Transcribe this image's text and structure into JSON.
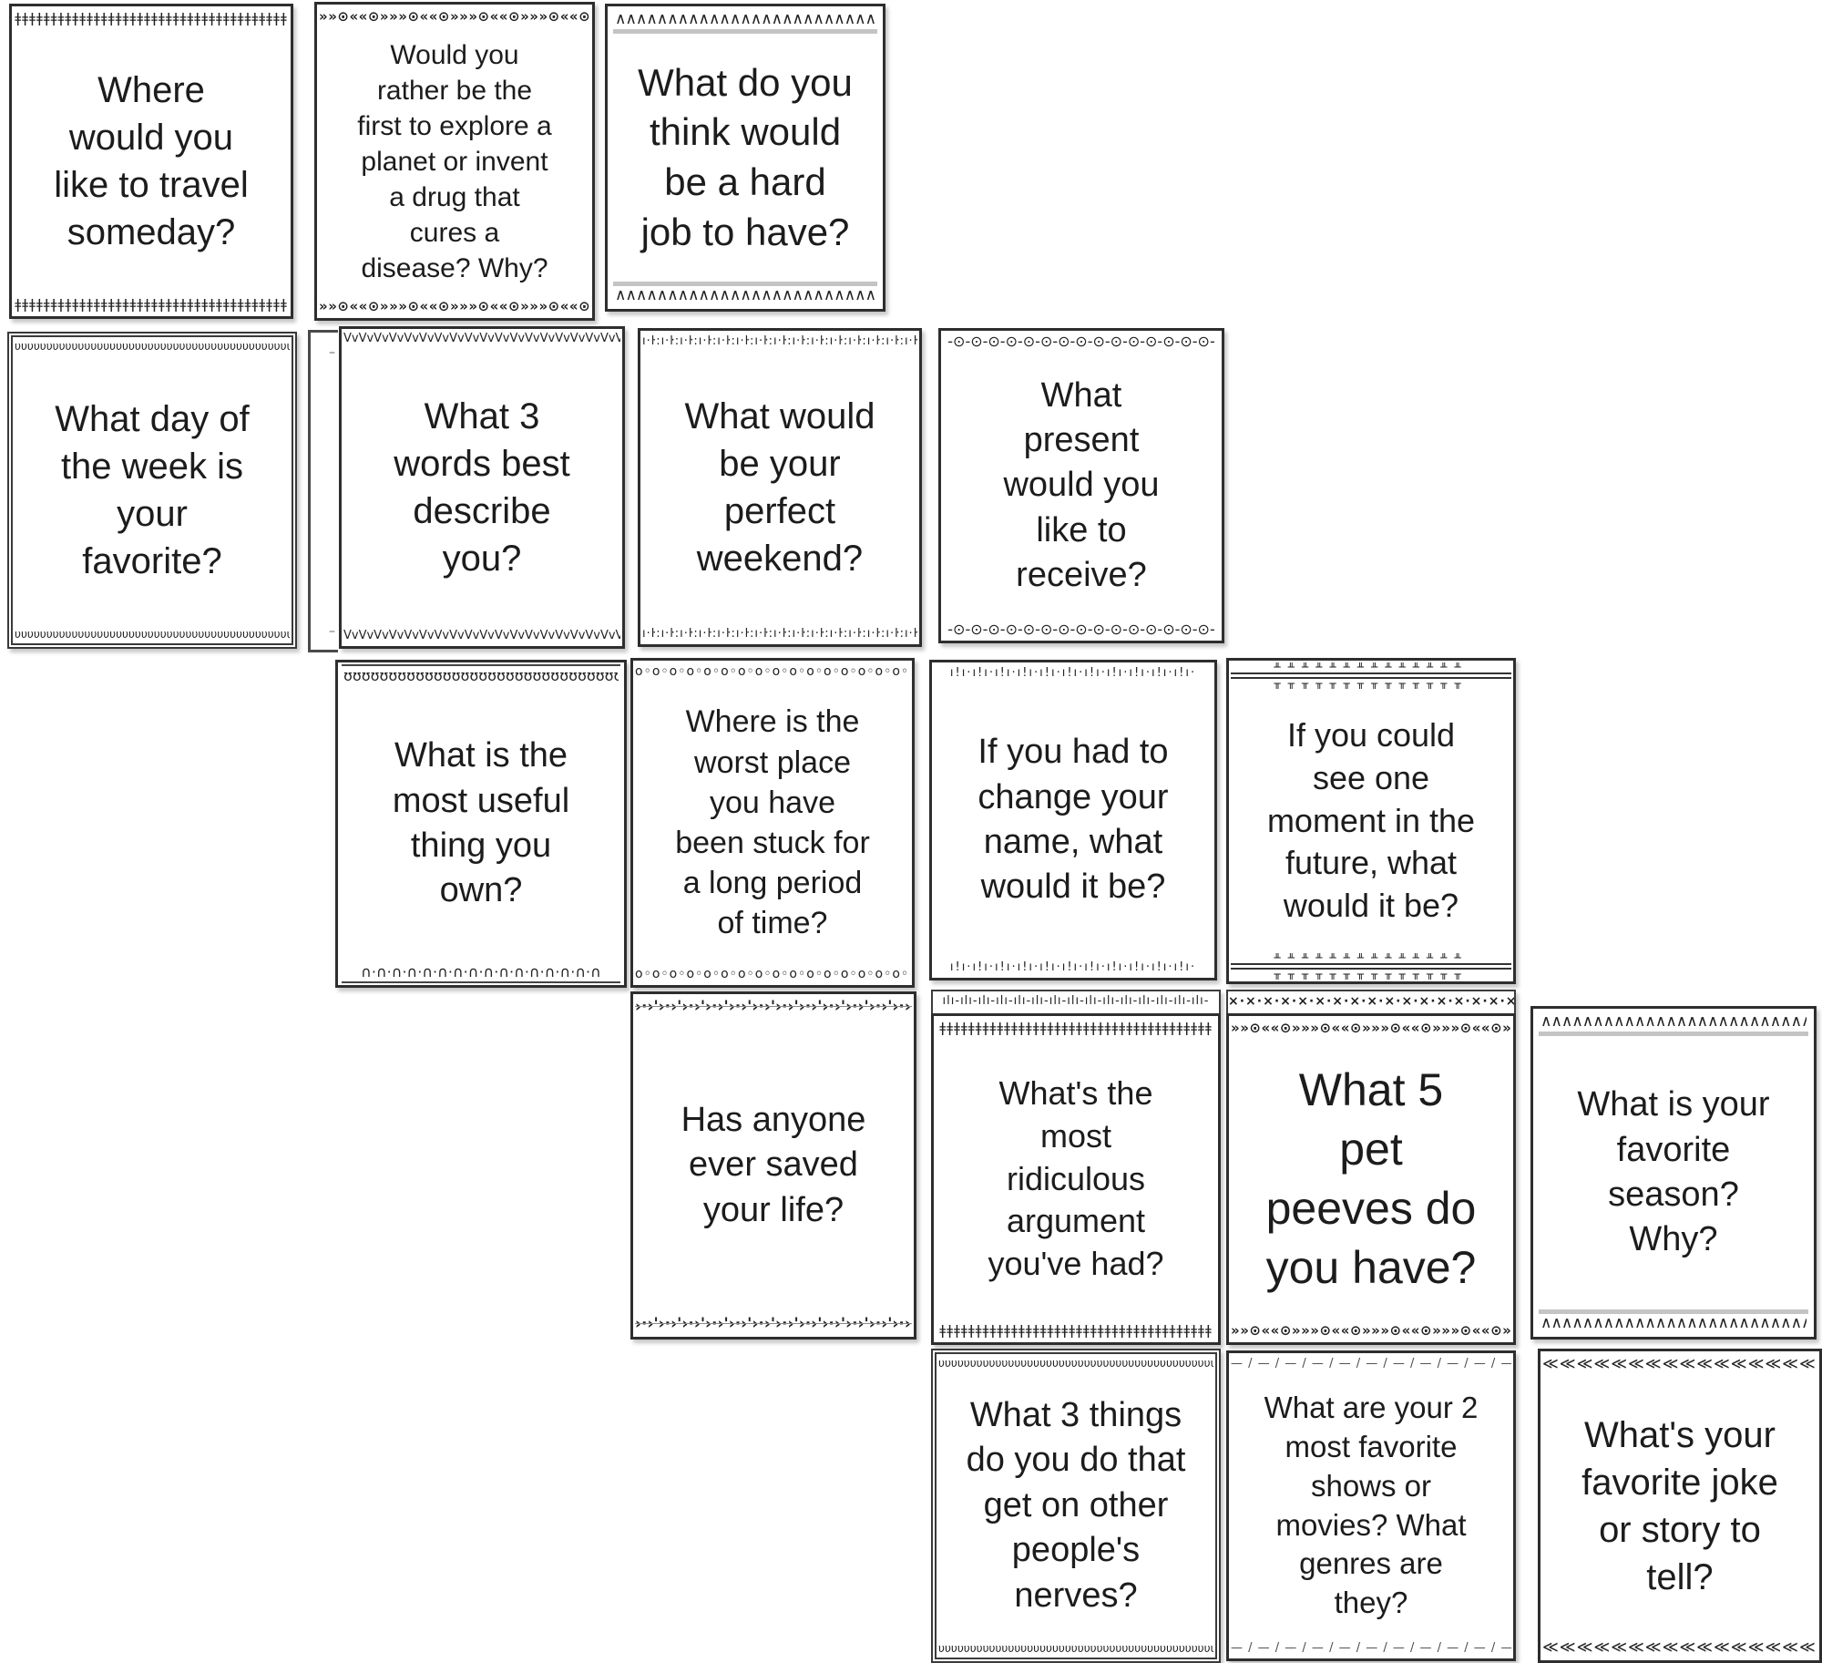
{
  "board": {
    "background": "#ffffff",
    "ink": "#1c1c1c",
    "shadow_gray": "#c4c4c4",
    "description": "printable conversation starter question cards"
  },
  "partial_card": {
    "dash": "–"
  },
  "patterns": {
    "hash": {
      "top": [
        "ǂǂǂǂǂǂǂǂǂǂǂǂǂǂǂǂǂǂǂǂǂǂǂǂǂǂǂǂǂǂǂǂǂǂǂǂǂǂ"
      ],
      "bottom": [
        "ǂǂǂǂǂǂǂǂǂǂǂǂǂǂǂǂǂǂǂǂǂǂǂǂǂǂǂǂǂǂǂǂǂǂǂǂǂǂ"
      ]
    },
    "chain": {
      "top": [
        "»»⊙««⊙»»»⊙««⊙»»»⊙««⊙»»»⊙««⊙»»»⊙"
      ],
      "bottom": [
        "»»⊙««⊙»»»⊙««⊙»»»⊙««⊙»»»⊙««⊙»»»⊙"
      ]
    },
    "zigzag": {
      "top": [
        "∧∧∧∧∧∧∧∧∧∧∧∧∧∧∧∧∧∧∧∧∧∧∧∧∧∧"
      ],
      "bottom": [
        "∧∧∧∧∧∧∧∧∧∧∧∧∧∧∧∧∧∧∧∧∧∧∧∧∧∧"
      ]
    },
    "loops": {
      "top": [
        "υυυυυυυυυυυυυυυυυυυυυυυυυυυυυυυυυυυυυυυυυυυυυυυυυυυυ"
      ],
      "bottom": [
        "υυυυυυυυυυυυυυυυυυυυυυυυυυυυυυυυυυυυυυυυυυυυυυυυυυυυ"
      ]
    },
    "vwave": {
      "top": [
        "VvVvVvVvVvVvVvVvVvVvVvVvVvVvVvVvVvVvVvVvVvVv"
      ],
      "bottom": [
        "VvVvVvVvVvVvVvVvVvVvVvVvVvVvVvVvVvVvVvVvVvVv"
      ]
    },
    "ticksfine": {
      "top": [
        "ı·ŀ:ı·ŀ:ı·ŀ:ı·ŀ:ı·ŀ:ı·ŀ:ı·ŀ:ı·ŀ:ı·ŀ:ı·ŀ:ı·ŀ:ı·ŀ:ı·ŀ:ı·ŀ:ı·ŀ:ı·ŀ:ı"
      ],
      "bottom": [
        "ı·ŀ:ı·ŀ:ı·ŀ:ı·ŀ:ı·ŀ:ı·ŀ:ı·ŀ:ı·ŀ:ı·ŀ:ı·ŀ:ı·ŀ:ı·ŀ:ı·ŀ:ı·ŀ:ı·ŀ:ı·ŀ:ı"
      ]
    },
    "eyechain": {
      "top": [
        "-⊙-⊙-⊙-⊙-⊙-⊙-⊙-⊙-⊙-⊙-⊙-⊙-⊙-⊙-⊙-"
      ],
      "bottom": [
        "-⊙-⊙-⊙-⊙-⊙-⊙-⊙-⊙-⊙-⊙-⊙-⊙-⊙-⊙-⊙-"
      ]
    },
    "garland": {
      "top": [
        "ʊʊʊʊʊʊʊʊʊʊʊʊʊʊʊʊʊʊʊʊʊʊʊʊʊʊʊʊʊʊʊʊ"
      ],
      "bottom": [
        "∩·∩·∩·∩·∩·∩·∩·∩·∩·∩·∩·∩·∩·∩·∩·∩"
      ]
    },
    "circles": {
      "top": [
        "o◦o◦o◦o◦o◦o◦o◦o◦o◦o◦o◦o◦o◦o◦o◦o◦o◦o◦o"
      ],
      "bottom": [
        "o◦o◦o◦o◦o◦o◦o◦o◦o◦o◦o◦o◦o◦o◦o◦o◦o◦o◦o"
      ]
    },
    "tickmarks": {
      "top": [
        "ı!ı·ı!ı·ı!ı·ı!ı·ı!ı·ı!ı·ı!ı·ı!ı·ı!ı·ı!ı·ı!ı·"
      ],
      "bottom": [
        "ı!ı·ı!ı·ı!ı·ı!ı·ı!ı·ı!ı·ı!ı·ı!ı·ı!ı·ı!ı·ı!ı·"
      ]
    },
    "rail": {
      "top": [
        "╨╨╨╨╨╨╨╨╨╨╨╨╨╨",
        "╥╥╥╥╥╥╥╥╥╥╥╥╥╥"
      ],
      "bottom": [
        "╨╨╨╨╨╨╨╨╨╨╨╨╨╨",
        "╥╥╥╥╥╥╥╥╥╥╥╥╥╥"
      ]
    },
    "arrowdots": {
      "top": [
        "›·›'›·›'›·›'›·›'›·›'›·›'›·›'›·›'›·›'›·›'›·›'›·›'›·›'"
      ],
      "bottom": [
        "›·›'›·›'›·›'›·›'›·›'›·›'›·›'›·›'›·›'›·›'›·›'›·›'›·›'"
      ]
    },
    "dashslash": {
      "top": [
        "— / — / — / — / — / — / — / — / — / — / —"
      ],
      "bottom": [
        "— / — / — / — / — / — / — / — / — / — / —"
      ]
    },
    "chevrons": {
      "top": [
        "≪≪≪≪≪≪≪≪≪≪≪≪≪≪≪≪≪≪≪"
      ],
      "bottom": [
        "≪≪≪≪≪≪≪≪≪≪≪≪≪≪≪≪≪≪≪"
      ]
    },
    "ruler_strip": "ılı-ılı-ılı-ılı-ılı-ılı-ılı-ılı-ılı-ılı-ılı-ılı-ılı-ılı-ılı-",
    "x_strip": "×·×·×·×·×·×·×·×·×·×·×·×·×·×·×·×·×·×·×"
  },
  "cards": [
    {
      "question": "Where would you like to travel someday?",
      "lines": [
        "Where",
        "would you",
        "like to travel",
        "someday?"
      ],
      "border": "hash",
      "outer_strip": null
    },
    {
      "question": "Would you rather be the first to explore a planet or invent a drug that cures a disease? Why?",
      "lines": [
        "Would you",
        "rather be the",
        "first to explore a",
        "planet or invent",
        "a drug that",
        "cures a",
        "disease? Why?"
      ],
      "border": "chain",
      "outer_strip": null
    },
    {
      "question": "What do you think would be a hard job to have?",
      "lines": [
        "What do you",
        "think would",
        "be a hard",
        "job to have?"
      ],
      "border": "zigzag",
      "outer_strip": null
    },
    {
      "question": "What day of the week is your favorite?",
      "lines": [
        "What day of",
        "the week is",
        "your",
        "favorite?"
      ],
      "border": "loops",
      "outer_strip": null
    },
    {
      "question": "What 3 words best describe you?",
      "lines": [
        "What 3",
        "words best",
        "describe",
        "you?"
      ],
      "border": "vwave",
      "outer_strip": null
    },
    {
      "question": "What would be your perfect weekend?",
      "lines": [
        "What would",
        "be your",
        "perfect",
        "weekend?"
      ],
      "border": "ticksfine",
      "outer_strip": null
    },
    {
      "question": "What present would you like to receive?",
      "lines": [
        "What",
        "present",
        "would you",
        "like to",
        "receive?"
      ],
      "border": "eyechain",
      "outer_strip": null
    },
    {
      "question": "What is the most useful thing you own?",
      "lines": [
        "What is the",
        "most useful",
        "thing you",
        "own?"
      ],
      "border": "garland",
      "outer_strip": null
    },
    {
      "question": "Where is the worst place you have been stuck for a long period of time?",
      "lines": [
        "Where is the",
        "worst place",
        "you have",
        "been stuck for",
        "a long period",
        "of time?"
      ],
      "border": "circles",
      "outer_strip": null
    },
    {
      "question": "If you had to change your name, what would it be?",
      "lines": [
        "If you had to",
        "change your",
        "name, what",
        "would it be?"
      ],
      "border": "tickmarks",
      "outer_strip": null
    },
    {
      "question": "If you could see one moment in the future, what would it be?",
      "lines": [
        "If you could",
        "see one",
        "moment in the",
        "future, what",
        "would it be?"
      ],
      "border": "rail",
      "outer_strip": null
    },
    {
      "question": "Has anyone ever saved your life?",
      "lines": [
        "Has anyone",
        "ever saved",
        "your life?"
      ],
      "border": "arrowdots",
      "outer_strip": null
    },
    {
      "question": "What's the most ridiculous argument you've had?",
      "lines": [
        "What's the",
        "most",
        "ridiculous",
        "argument",
        "you've had?"
      ],
      "border": "hash",
      "outer_strip": "ruler_strip"
    },
    {
      "question": "What 5 pet peeves do you have?",
      "lines": [
        "What 5",
        "pet",
        "peeves do",
        "you have?"
      ],
      "border": "chain",
      "outer_strip": "x_strip"
    },
    {
      "question": "What is your favorite season? Why?",
      "lines": [
        "What is your",
        "favorite",
        "season?",
        "Why?"
      ],
      "border": "zigzag",
      "outer_strip": null
    },
    {
      "question": "What 3 things do you do that get on other people's nerves?",
      "lines": [
        "What 3 things",
        "do you do that",
        "get on other",
        "people's",
        "nerves?"
      ],
      "border": "loops",
      "outer_strip": null
    },
    {
      "question": "What are your 2 most favorite shows or movies? What genres are they?",
      "lines": [
        "What are your 2",
        "most favorite",
        "shows or",
        "movies? What",
        "genres are",
        "they?"
      ],
      "border": "dashslash",
      "outer_strip": null
    },
    {
      "question": "What's your favorite joke or story to tell?",
      "lines": [
        "What's your",
        "favorite joke",
        "or story to",
        "tell?"
      ],
      "border": "chevrons",
      "outer_strip": null
    }
  ]
}
